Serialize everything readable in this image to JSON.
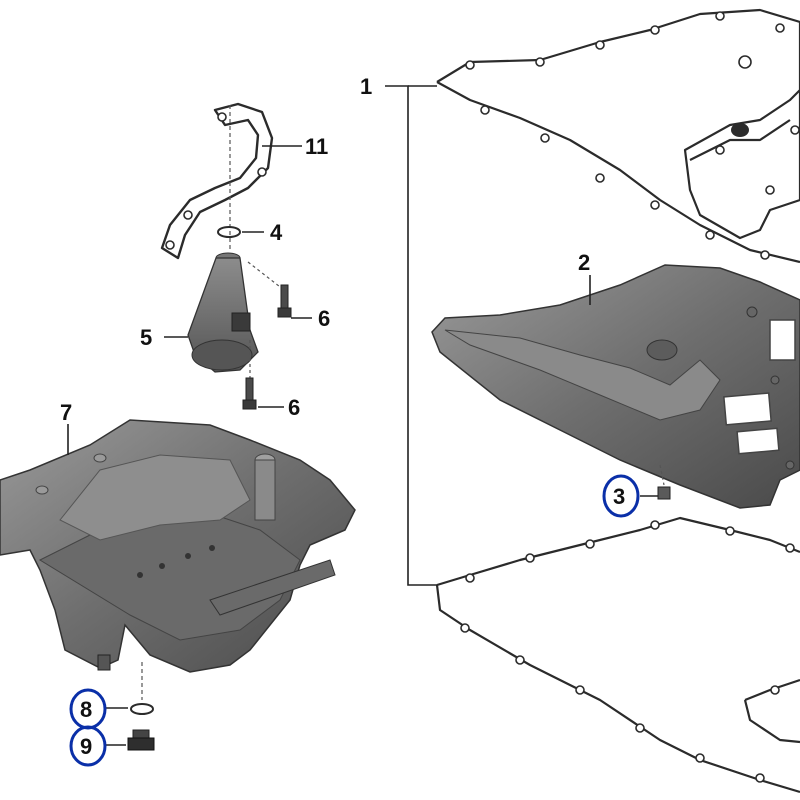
{
  "callouts": {
    "c1": "1",
    "c2": "2",
    "c3": "3",
    "c4": "4",
    "c5": "5",
    "c6a": "6",
    "c6b": "6",
    "c7": "7",
    "c8": "8",
    "c9": "9",
    "c11": "11"
  },
  "highlight_color": "#0a2fa8",
  "highlighted": [
    "3",
    "8",
    "9"
  ]
}
